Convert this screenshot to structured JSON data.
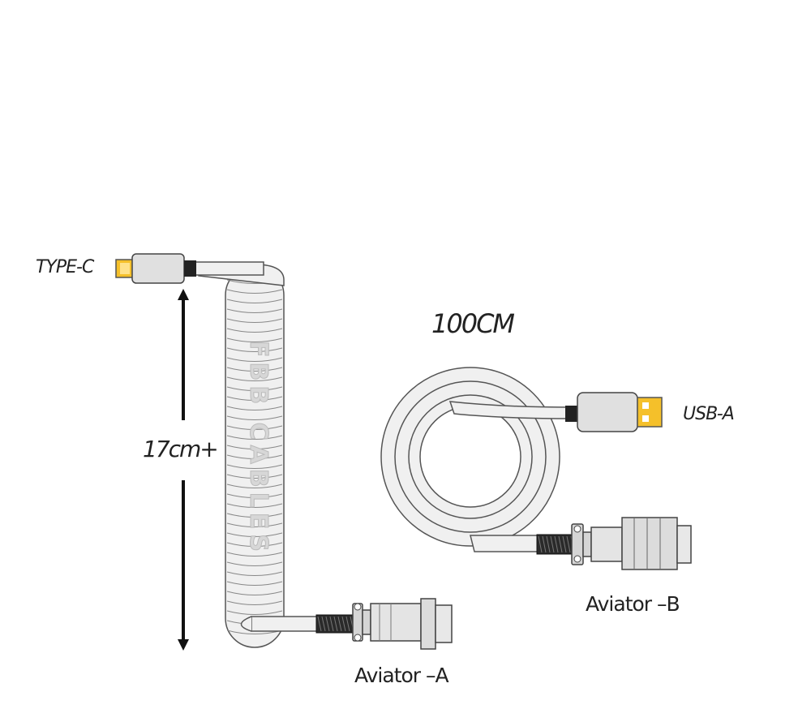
{
  "labels": {
    "type_c": "TYPE-C",
    "length": "100CM",
    "usb_a": "USB-A",
    "coil_length": "17cm+",
    "aviator_a": "Aviator –A",
    "aviator_b": "Aviator –B",
    "brand": "FBB CABLES"
  },
  "colors": {
    "cable": "#f0f0f0",
    "outline": "#444444",
    "gold": "#f5c02a",
    "gold_light": "#ffe28a",
    "housing": "#e0e0e0",
    "strain_relief": "#222222"
  }
}
